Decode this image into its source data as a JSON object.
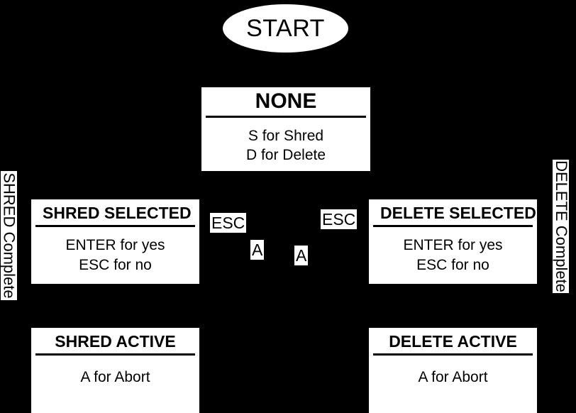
{
  "diagram": {
    "type": "state-machine",
    "background_color": "#000000",
    "node_color": "#ffffff",
    "text_color": "#000000",
    "start": {
      "label": "START",
      "shape": "ellipse"
    },
    "states": [
      {
        "id": "none",
        "title": "NONE",
        "lines": [
          "S for Shred",
          "D for Delete"
        ]
      },
      {
        "id": "shred-selected",
        "title": "SHRED SELECTED",
        "lines": [
          "ENTER for yes",
          "ESC for no"
        ]
      },
      {
        "id": "delete-selected",
        "title": "DELETE SELECTED",
        "lines": [
          "ENTER for yes",
          "ESC for no"
        ]
      },
      {
        "id": "shred-active",
        "title": "SHRED ACTIVE",
        "lines": [
          "A for Abort"
        ]
      },
      {
        "id": "delete-active",
        "title": "DELETE ACTIVE",
        "lines": [
          "A for Abort"
        ]
      }
    ],
    "transition_labels": {
      "esc_left": "ESC",
      "esc_right": "ESC",
      "abort_left": "A",
      "abort_right": "A"
    },
    "side_labels": {
      "shred_complete": "SHRED Complete",
      "delete_complete": "DELETE Complete"
    }
  }
}
